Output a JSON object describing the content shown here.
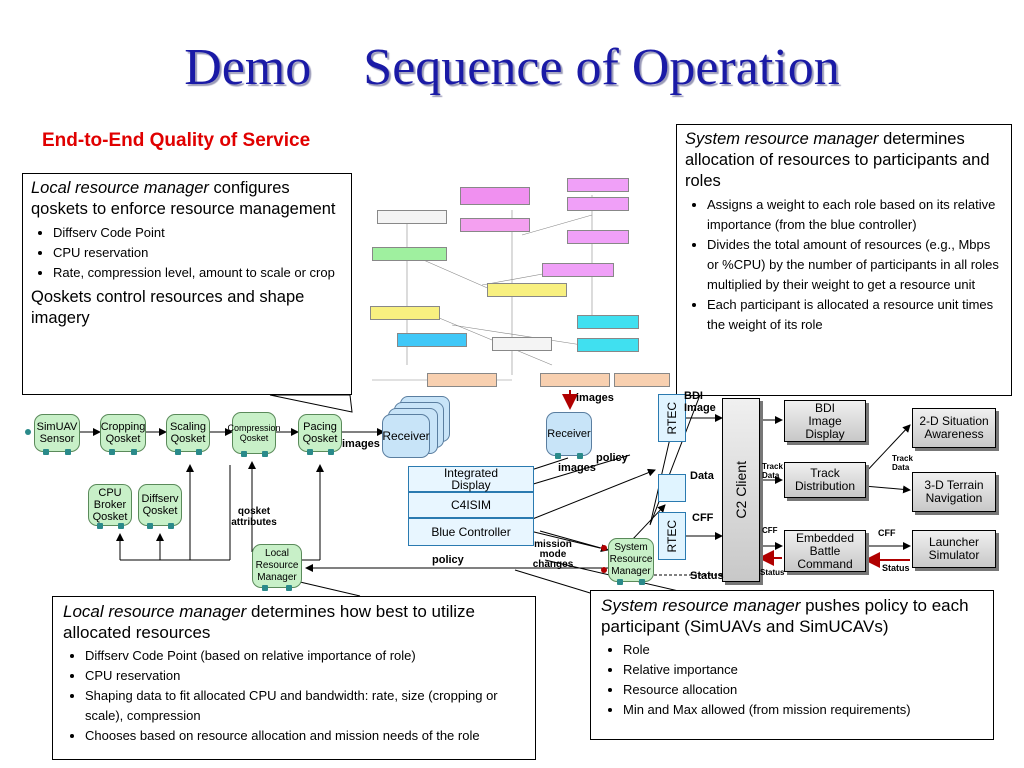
{
  "title": "Demo    Sequence of Operation",
  "subtitle": "End-to-End Quality of Service",
  "callouts": {
    "local_top": {
      "head_italic": "Local resource manager",
      "head_rest": " configures qoskets to enforce resource management",
      "bullets": [
        "Diffserv Code Point",
        "CPU reservation",
        "Rate, compression level, amount to scale or crop"
      ],
      "foot": "Qoskets control resources and shape imagery"
    },
    "system_top": {
      "head_italic": "System resource manager",
      "head_rest": " determines allocation of resources to participants and roles",
      "bullets": [
        "Assigns a weight to each role based on its relative importance (from the blue controller)",
        "Divides the total amount of resources (e.g., Mbps or %CPU) by the number of participants in all roles multiplied by their weight to get a resource unit",
        "Each participant is allocated a resource unit times the weight of its role"
      ]
    },
    "local_bottom": {
      "head_italic": "Local resource manager",
      "head_rest": " determines how best to utilize allocated resources",
      "bullets": [
        "Diffserv Code Point (based on relative importance of role)",
        "CPU reservation",
        "Shaping data to fit allocated CPU and bandwidth: rate, size (cropping or scale), compression",
        "Chooses based on resource allocation and mission needs of the role"
      ]
    },
    "system_bottom": {
      "head_italic": "System resource manager",
      "head_rest": " pushes policy to each participant (SimUAVs and SimUCAVs)",
      "bullets": [
        "Role",
        "Relative importance",
        "Resource allocation",
        "Min and Max allowed (from mission requirements)"
      ]
    }
  },
  "pipeline": {
    "simuav": "SimUAV Sensor",
    "cropping": "Cropping Qosket",
    "scaling": "Scaling Qosket",
    "compression": "Compression Qosket",
    "pacing": "Pacing Qosket",
    "cpu_broker": "CPU Broker Qosket",
    "diffserv": "Diffserv Qosket",
    "local_rm": "Local Resource Manager",
    "system_rm": "System Resource Manager",
    "receiver_left": "Receiver",
    "receiver_right": "Receiver",
    "integrated_display": "Integrated Display",
    "c4isim": "C4ISIM",
    "blue_controller": "Blue Controller",
    "rtec": "RTEC",
    "c2_client": "C2 Client"
  },
  "labels": {
    "images": "images",
    "policy": "policy",
    "qosket_attributes": "qosket attributes",
    "mission_mode_changes": "mission mode changes",
    "status": "Status",
    "cff": "CFF",
    "bdi_image": "BDI Image",
    "track_data": "Track Data",
    "data": "Data"
  },
  "outputs": {
    "bdi_display": "BDI Image Display",
    "track_distribution": "Track Distribution",
    "embedded_battle": "Embedded Battle Command",
    "situation": "2-D Situation Awareness",
    "terrain": "3-D Terrain Navigation",
    "launcher": "Launcher Simulator"
  },
  "colors": {
    "title": "#1a1aa6",
    "subtitle": "#e00000",
    "qosket_fill": "#c8f0c8",
    "receiver_fill": "#b8dcff",
    "box_fill": "#e8f6ff"
  }
}
